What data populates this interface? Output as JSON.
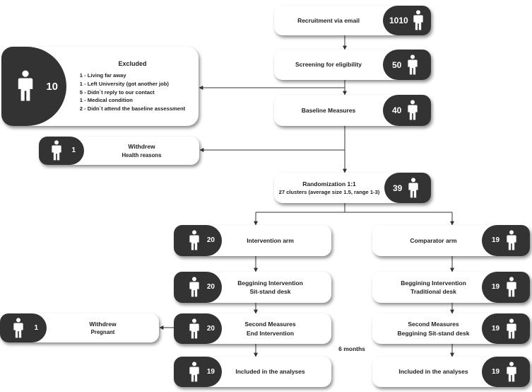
{
  "recruitment": {
    "label": "Recruitment via email",
    "n": "1010"
  },
  "screening": {
    "label": "Screening for eligibility",
    "n": "50"
  },
  "excluded": {
    "title": "Excluded",
    "n": "10",
    "reasons": [
      "1 - Living far away",
      "1 - Left University (got another job)",
      "5 - Didn´t reply to our contact",
      "1 - Medical condition",
      "2 - Didn´t attend the baseline assessment"
    ]
  },
  "baseline": {
    "label": "Baseline Measures",
    "n": "40"
  },
  "withdrew_health": {
    "title": "Withdrew",
    "reason": "Health reasons",
    "n": "1"
  },
  "randomization": {
    "title": "Randomization 1:1",
    "detail": "27 clusters (average size 1.5, range 1-3)",
    "n": "39"
  },
  "intervention": {
    "arm": {
      "label": "Intervention arm",
      "n": "20"
    },
    "beginning": {
      "line1": "Beggining Intervention",
      "line2": "Sit-stand desk",
      "n": "20"
    },
    "second": {
      "line1": "Second Measures",
      "line2": "End Intervention",
      "n": "20"
    },
    "analysed": {
      "label": "Included in the analyses",
      "n": "19"
    }
  },
  "comparator": {
    "arm": {
      "label": "Comparator arm",
      "n": "19"
    },
    "beginning": {
      "line1": "Beggining Intervention",
      "line2": "Traditional desk",
      "n": "19"
    },
    "second": {
      "line1": "Second Measures",
      "line2": "Beggining Sit-stand desk",
      "n": "19"
    },
    "analysed": {
      "label": "Included in the analyses",
      "n": "19"
    }
  },
  "withdrew_pregnant": {
    "title": "Withdrew",
    "reason": "Pregnant",
    "n": "1"
  },
  "six_months": "6 months",
  "colors": {
    "badge": "#333333",
    "box": "#ffffff",
    "line": "#333333"
  }
}
